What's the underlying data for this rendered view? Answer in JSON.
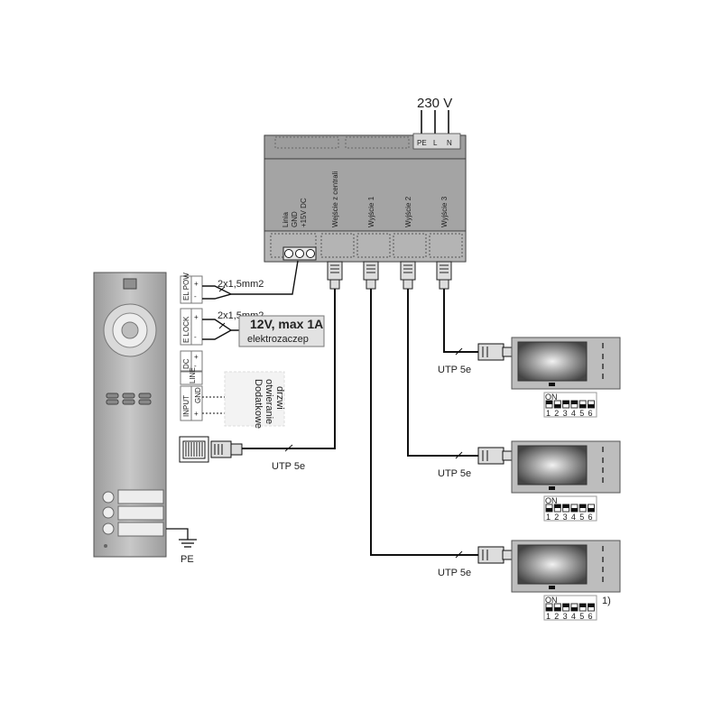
{
  "power": {
    "label": "230 V",
    "pins": [
      "PE",
      "L",
      "N"
    ]
  },
  "hub": {
    "terminal_labels": [
      "Linia",
      "GND",
      "+15V DC"
    ],
    "port_labels": [
      "Wejście z centrali",
      "Wyjście 1",
      "Wyjście 2",
      "Wyjście 3"
    ]
  },
  "panel": {
    "terminals": [
      "EL POW",
      "E LOCK",
      "DC",
      "LINE",
      "INPUT"
    ],
    "terminal_pins": {
      "el_pow": [
        "+",
        "-"
      ],
      "e_lock": [
        "+",
        "-"
      ],
      "dc": [
        "+",
        "-"
      ],
      "input": [
        "+",
        "GND"
      ]
    },
    "pe_label": "PE"
  },
  "wires": {
    "el_pow_cable": "2x1,5mm2",
    "e_lock_cable": "2x1,5mm2",
    "lock_rating": "12V, max 1A",
    "lock_name": "elektrozaczep",
    "extra_open": [
      "Dodatkowe",
      "otwieranie",
      "drzwi"
    ],
    "utp": "UTP 5e"
  },
  "monitors": [
    {
      "dip_label": "ON",
      "dip_numbers": [
        "1",
        "2",
        "3",
        "4",
        "5",
        "6"
      ],
      "dip_state": [
        1,
        0,
        1,
        1,
        0,
        0
      ],
      "note": ""
    },
    {
      "dip_label": "ON",
      "dip_numbers": [
        "1",
        "2",
        "3",
        "4",
        "5",
        "6"
      ],
      "dip_state": [
        0,
        1,
        1,
        0,
        1,
        0
      ],
      "note": ""
    },
    {
      "dip_label": "ON",
      "dip_numbers": [
        "1",
        "2",
        "3",
        "4",
        "5",
        "6"
      ],
      "dip_state": [
        0,
        0,
        1,
        0,
        1,
        1
      ],
      "note": "1)"
    }
  ],
  "colors": {
    "line": "#111111",
    "device": "#a8a8a8",
    "panel": "#b9b9b9",
    "screen": "#6e6e6e"
  }
}
